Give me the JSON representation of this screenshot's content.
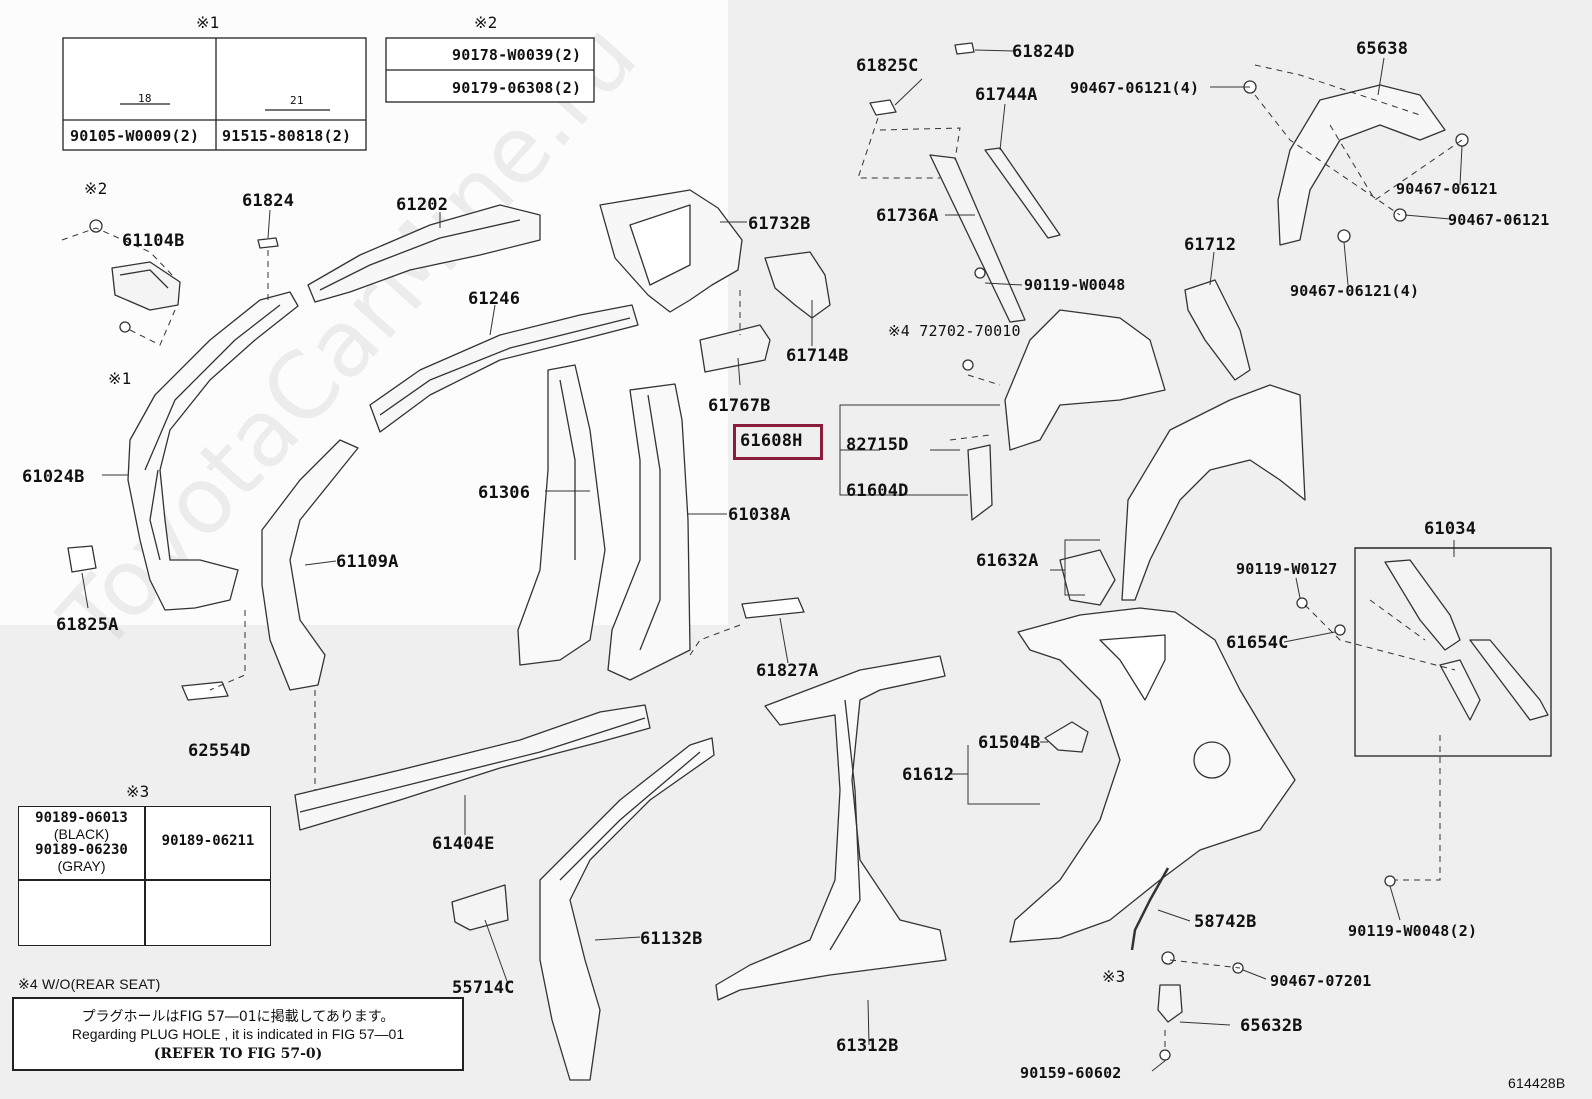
{
  "watermark": "ToyotaCarMine.ru",
  "figure_code": "614428B",
  "highlight_part": "61608H",
  "legend_boxes": {
    "mark1": "※1",
    "mark2": "※2",
    "mark3": "※3",
    "box1_dims": [
      "18",
      "21"
    ],
    "box1_parts": [
      "90105-W0009(2)",
      "91515-80818(2)"
    ],
    "box2_parts": [
      "90178-W0039(2)",
      "90179-06308(2)"
    ],
    "box3_parts": [
      "90189-06013",
      "(BLACK)",
      "90189-06230",
      "(GRAY)",
      "90189-06211"
    ]
  },
  "note": {
    "title": "※4 W/O(REAR SEAT)",
    "line_jp": "プラグホールはFIG 57―01に掲載してあります。",
    "line_en": "Regarding PLUG HOLE , it is indicated in FIG 57―01",
    "line_ref": "(REFER TO FIG 57-0)"
  },
  "labels": {
    "p61825C": "61825C",
    "p61824D": "61824D",
    "p65638": "65638",
    "p90467_06121_4a": "90467-06121(4)",
    "p61744A": "61744A",
    "p90467_06121a": "90467-06121",
    "p90467_06121b": "90467-06121",
    "p61736A": "61736A",
    "p90467_06121_4b": "90467-06121(4)",
    "p90119_W0048": "90119-W0048",
    "p61712": "61712",
    "p72702": "※4 72702-70010",
    "p82715D": "82715D",
    "p61604D": "61604D",
    "p61632A": "61632A",
    "p61034": "61034",
    "p90119_W0127": "90119-W0127",
    "p61654C": "61654C",
    "p61504B": "61504B",
    "p61612": "61612",
    "p58742B": "58742B",
    "p90119_W0048_2": "90119-W0048(2)",
    "p90467_07201": "90467-07201",
    "p65632B": "65632B",
    "p90159_60602": "90159-60602",
    "mark3b": "※3",
    "p61312B": "61312B",
    "p55714C": "55714C",
    "p61132B": "61132B",
    "p61404E": "61404E",
    "p62554D": "62554D",
    "p61827A": "61827A",
    "p61109A": "61109A",
    "p61306": "61306",
    "p61038A": "61038A",
    "p61024B": "61024B",
    "p61825A": "61825A",
    "p61104B": "61104B",
    "mark2b": "※2",
    "mark1b": "※1",
    "p61824": "61824",
    "p61202": "61202",
    "p61246": "61246",
    "p61732B": "61732B",
    "p61714B": "61714B",
    "p61767B": "61767B"
  }
}
